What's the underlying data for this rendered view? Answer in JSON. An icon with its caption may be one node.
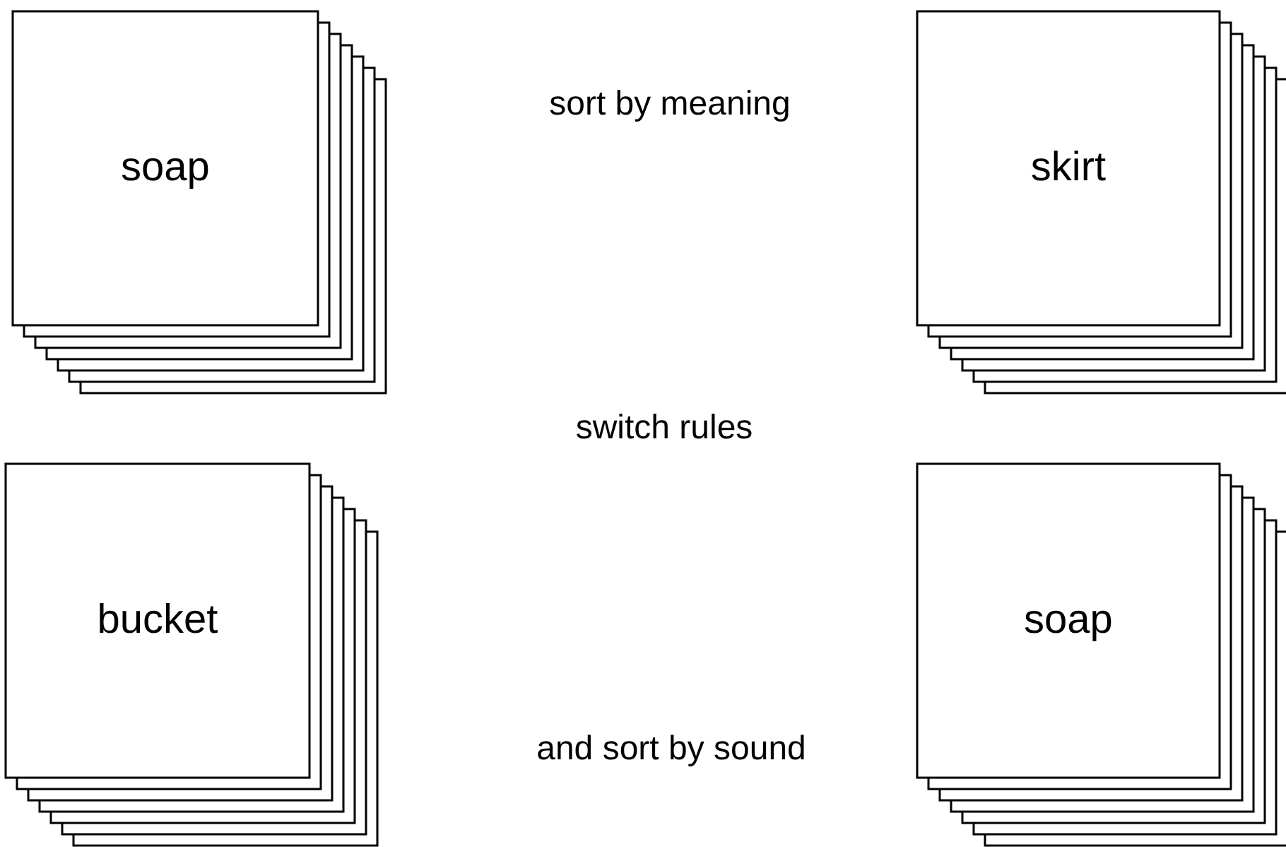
{
  "diagram": {
    "nodes": [
      {
        "text": [
          "soap"
        ]
      },
      {
        "text": [
          "skirt"
        ]
      },
      {
        "text": [
          "bucket"
        ]
      },
      {
        "text": [
          "soap"
        ]
      }
    ],
    "labels": [
      "sort by meaning",
      "switch rules",
      "and sort by sound"
    ]
  }
}
